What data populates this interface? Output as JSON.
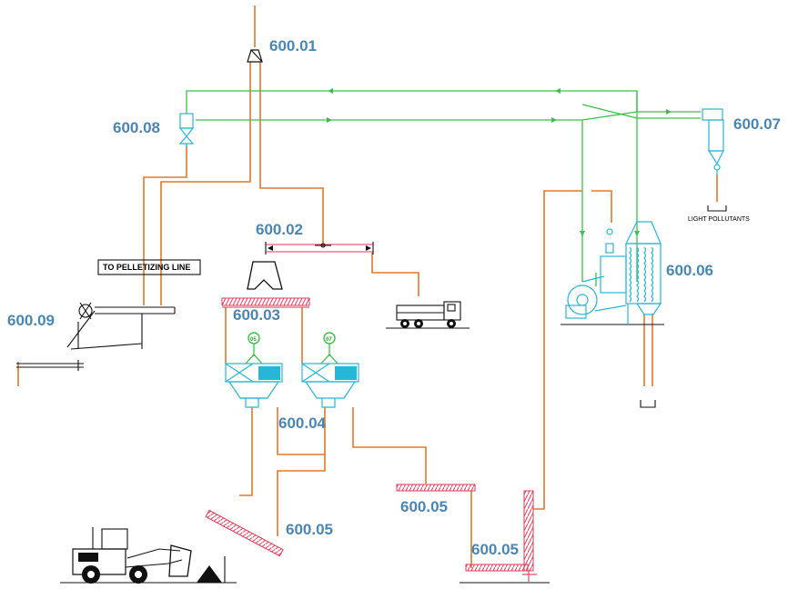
{
  "labels": {
    "crusher": "600.01",
    "belt_conveyor": "600.02",
    "screw_conveyor_top": "600.03",
    "hoppers": "600.04",
    "screw_left": "600.05",
    "screw_mid": "600.05",
    "screw_elevator": "600.05",
    "tower": "600.06",
    "cyclone": "600.07",
    "filter": "600.08",
    "pelletizer": "600.09"
  },
  "texts": {
    "to_pelletizing": "TO PELLETIZING LINE",
    "light_pollutants": "LIGHT POLLUTANTS",
    "fan_left": "05",
    "fan_right": "07"
  },
  "colors": {
    "label": "#4a86b4",
    "solids": "#e0782a",
    "air": "#3cbf4a",
    "equipment": "#27b7d6",
    "screw": "#e33a5a"
  }
}
